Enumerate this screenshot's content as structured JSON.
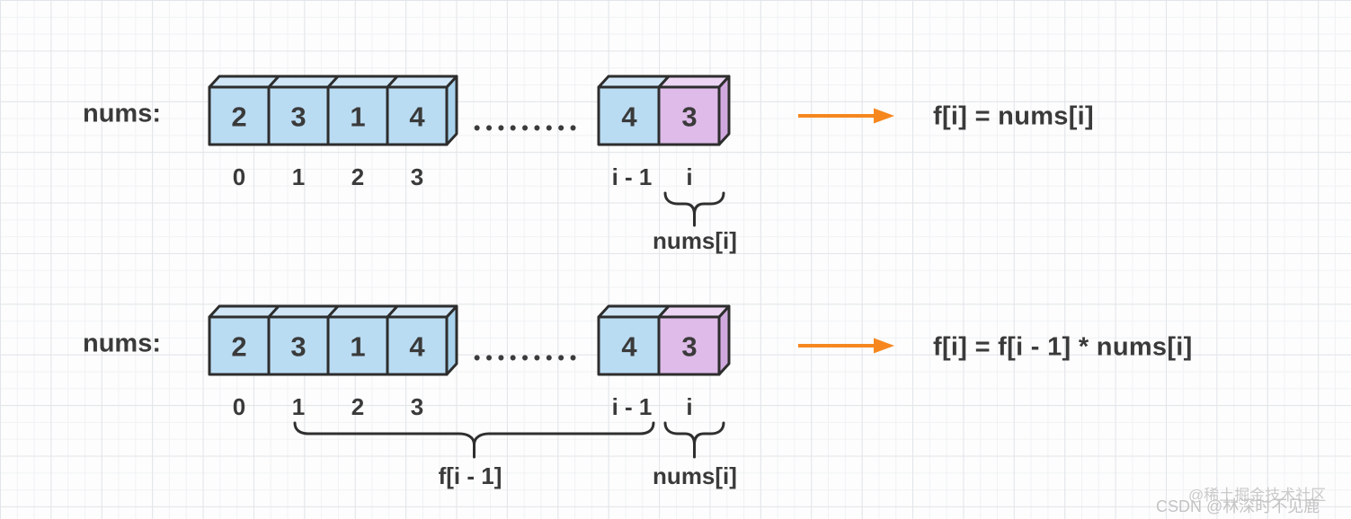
{
  "diagram": {
    "rows": [
      {
        "array_label": "nums:",
        "cells": [
          "2",
          "3",
          "1",
          "4"
        ],
        "indices": [
          "0",
          "1",
          "2",
          "3"
        ],
        "ellipsis": "•••••••••",
        "tail_cells": [
          "4",
          "3"
        ],
        "tail_indices": [
          "i - 1",
          "i"
        ],
        "brace_labels": {
          "nums_i": "nums[i]"
        },
        "formula": "f[i] = nums[i]"
      },
      {
        "array_label": "nums:",
        "cells": [
          "2",
          "3",
          "1",
          "4"
        ],
        "indices": [
          "0",
          "1",
          "2",
          "3"
        ],
        "ellipsis": "•••••••••",
        "tail_cells": [
          "4",
          "3"
        ],
        "tail_indices": [
          "i - 1",
          "i"
        ],
        "brace_labels": {
          "f_i_minus_1": "f[i - 1]",
          "nums_i": "nums[i]"
        },
        "formula": "f[i] = f[i - 1] * nums[i]"
      }
    ],
    "colors": {
      "cell_blue_front": "#badcf3",
      "cell_blue_top": "#d0e6f7",
      "cell_blue_side": "#a9d2ec",
      "cell_purple_front": "#debbe9",
      "cell_purple_top": "#ecd6f4",
      "cell_purple_side": "#cfa9de",
      "outline": "#2d2d2d",
      "arrow_orange": "#f6871f",
      "text_dark": "#3a3a3a",
      "watermark_gray": "#c7c7c7"
    },
    "watermarks": {
      "juejin": "@稀土掘金技术社区",
      "csdn": "CSDN @林深时不见鹿"
    }
  }
}
